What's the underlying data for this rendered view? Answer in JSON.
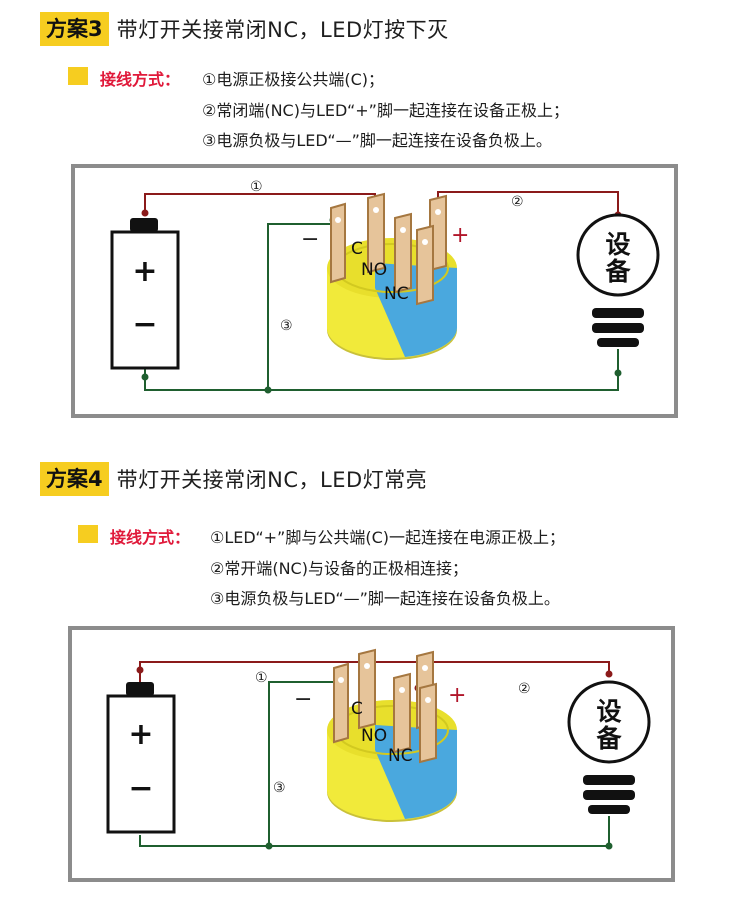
{
  "scheme3": {
    "tag": "方案3",
    "title": "带灯开关接常闭NC，LED灯按下灭",
    "wiring_label": "接线方式：",
    "lines": [
      "①电源正极接公共端(C)；",
      "②常闭端(NC)与LED“+”脚一起连接在设备正极上；",
      "③电源负极与LED“—”脚一起连接在设备负极上。"
    ],
    "diagram": {
      "wire_labels": [
        "①",
        "②",
        "③"
      ],
      "battery_plus": "+",
      "battery_minus": "−",
      "switch_c": "C",
      "switch_no": "NO",
      "switch_nc": "NC",
      "led_plus": "+",
      "led_minus": "−",
      "device_top": "设",
      "device_bottom": "备"
    }
  },
  "scheme4": {
    "tag": "方案4",
    "title": "带灯开关接常闭NC，LED灯常亮",
    "wiring_label": "接线方式：",
    "lines": [
      "①LED“+”脚与公共端(C)一起连接在电源正极上；",
      "②常开端(NC)与设备的正极相连接；",
      "③电源负极与LED“—”脚一起连接在设备负极上。"
    ],
    "diagram": {
      "wire_labels": [
        "①",
        "②",
        "③"
      ],
      "battery_plus": "+",
      "battery_minus": "−",
      "switch_c": "C",
      "switch_no": "NO",
      "switch_nc": "NC",
      "led_plus": "+",
      "led_minus": "−",
      "device_top": "设",
      "device_bottom": "备"
    }
  },
  "colors": {
    "accent_yellow": "#f6cd20",
    "label_red": "#e0193a",
    "wire_red": "#8b1a1a",
    "wire_green": "#1f5f2f",
    "switch_blue": "#4aa8de",
    "switch_yellow": "#f1ea3a",
    "panel_border": "#8c8c8c"
  }
}
